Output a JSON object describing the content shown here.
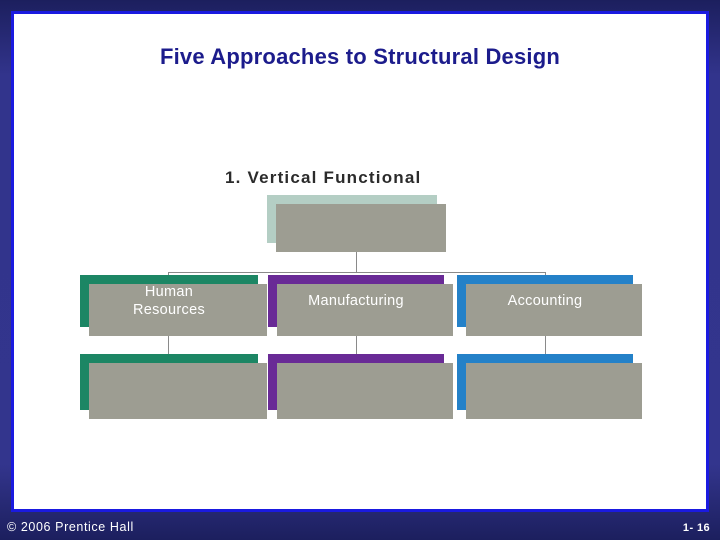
{
  "slide": {
    "title": "Five Approaches to Structural Design",
    "title_color": "#1c1c8c",
    "background_color": "#2e3085",
    "frame_border_color": "#1a1ae0",
    "canvas_color": "#ffffff"
  },
  "diagram": {
    "heading": "1.  Vertical Functional",
    "connector_color": "#8a8a8a",
    "shadow_color": "#9d9d92",
    "nodes": [
      {
        "id": "top",
        "label": "",
        "color": "#b4cec4",
        "level": 0
      },
      {
        "id": "hr",
        "label": "Human\nResources",
        "color": "#1c8664",
        "level": 1
      },
      {
        "id": "mfg",
        "label": "Manufacturing",
        "color": "#692a96",
        "level": 1
      },
      {
        "id": "acct",
        "label": "Accounting",
        "color": "#2481c8",
        "level": 1
      },
      {
        "id": "hr-sub",
        "label": "",
        "color": "#1c8664",
        "level": 2
      },
      {
        "id": "mfg-sub",
        "label": "",
        "color": "#692a96",
        "level": 2
      },
      {
        "id": "acct-sub",
        "label": "",
        "color": "#2481c8",
        "level": 2
      }
    ]
  },
  "footer": {
    "copyright": "© 2006 Prentice Hall",
    "page_number": "1- 16"
  }
}
